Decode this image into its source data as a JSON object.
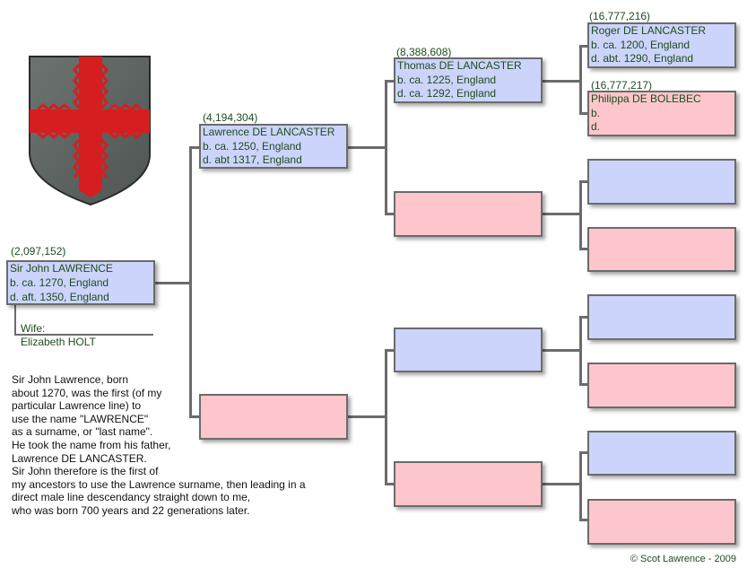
{
  "subject": {
    "number": "(2,097,152)",
    "name": "Sir John LAWRENCE",
    "birth": "b. ca. 1270, England",
    "death": "d. aft. 1350, England",
    "wife_label": "Wife:",
    "wife_name": "Elizabeth HOLT"
  },
  "father": {
    "number": "(4,194,304)",
    "name": "Lawrence DE LANCASTER",
    "birth": "b. ca. 1250, England",
    "death": "d. abt 1317, England"
  },
  "paternal_grandfather": {
    "number": "(8,388,608)",
    "name": "Thomas DE LANCASTER",
    "birth": "b. ca. 1225, England",
    "death": "d. ca. 1292, England"
  },
  "great_grandfather": {
    "number": "(16,777,216)",
    "name": "Roger DE LANCASTER",
    "birth": "b. ca. 1200, England",
    "death": "d. abt. 1290, England"
  },
  "great_grandmother": {
    "number": "(16,777,217)",
    "name": "Philippa DE BOLEBEC",
    "birth": "b.",
    "death": "d."
  },
  "bio_lines": [
    "Sir John Lawrence, born",
    "about 1270, was the first (of my",
    "particular Lawrence line) to",
    "use the name \"LAWRENCE\"",
    "as a surname, or \"last name\".",
    "He took the name from his father,",
    "Lawrence DE LANCASTER.",
    "Sir John therefore is the first of",
    "my ancestors to use the Lawrence surname, then leading in a",
    "direct male line descendancy straight down to me,",
    "who was born 700 years and 22 generations later."
  ],
  "copyright": "© Scot Lawrence - 2009",
  "colors": {
    "male_box": "#ccd4fb",
    "female_box": "#fcc6cc",
    "connector": "#6b6b6b",
    "text_green": "#1e4c1e",
    "shield_grey": "#5f6663",
    "cross_red": "#d61e20"
  }
}
